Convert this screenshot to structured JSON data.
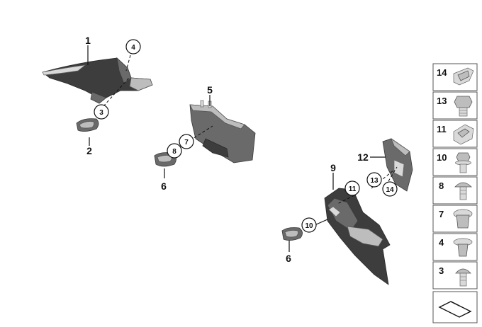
{
  "callouts": {
    "c1": "1",
    "c2": "2",
    "c3": "3",
    "c4": "4",
    "c5": "5",
    "c6a": "6",
    "c6b": "6",
    "c7": "7",
    "c8": "8",
    "c9": "9",
    "c10": "10",
    "c11": "11",
    "c12": "12",
    "c13": "13",
    "c14": "14"
  },
  "legend": [
    "14",
    "13",
    "11",
    "10",
    "8",
    "7",
    "4",
    "3"
  ]
}
